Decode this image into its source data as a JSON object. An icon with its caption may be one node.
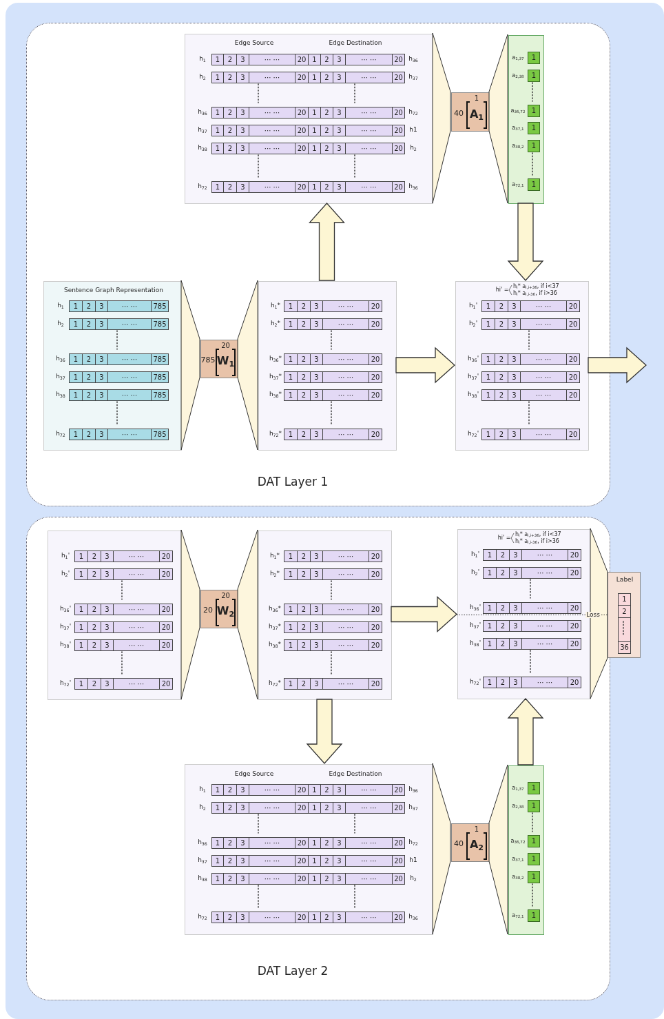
{
  "diagram": {
    "nodes": [
      {
        "text": [
          "DAT Layer 1"
        ]
      },
      {
        "text": [
          "Edge Source",
          "Edge Destination",
          "h$_{1}$",
          "1",
          "2",
          "3",
          "··· ···",
          "20",
          "1",
          "2",
          "3",
          "··· ···",
          "20",
          "h$_{36}$",
          "h$_{2}$",
          "1",
          "2",
          "3",
          "··· ···",
          "20",
          "1",
          "2",
          "3",
          "··· ···",
          "20",
          "h$_{37}$",
          "h$_{36}$",
          "1",
          "2",
          "3",
          "··· ···",
          "20",
          "1",
          "2",
          "3",
          "··· ···",
          "20",
          "h$_{72}$",
          "h$_{37}$",
          "1",
          "2",
          "3",
          "··· ···",
          "20",
          "1",
          "2",
          "3",
          "··· ···",
          "20",
          "h1",
          "h$_{38}$",
          "1",
          "2",
          "3",
          "··· ···",
          "20",
          "1",
          "2",
          "3",
          "··· ···",
          "20",
          "h$_{2}$",
          "h$_{72}$",
          "1",
          "2",
          "3",
          "··· ···",
          "20",
          "1",
          "2",
          "3",
          "··· ···",
          "20",
          "h$_{36}$"
        ],
        "in": 0
      },
      {
        "text": [
          "1",
          "40",
          "A$_{1}$"
        ],
        "in": 0
      },
      {
        "text": [
          "a$_{1,37}$",
          "1",
          "a$_{2,38}$",
          "1",
          "a$_{36,72}$",
          "1",
          "a$_{37,1}$",
          "1",
          "a$_{38,2}$",
          "1",
          "a$_{72,1}$",
          "1"
        ],
        "in": 0
      },
      {
        "text": [
          "Sentence Graph Representation",
          "h$_{1}$",
          "1",
          "2",
          "3",
          "··· ···",
          "785",
          "h$_{2}$",
          "1",
          "2",
          "3",
          "··· ···",
          "785",
          "h$_{36}$",
          "1",
          "2",
          "3",
          "··· ···",
          "785",
          "h$_{37}$",
          "1",
          "2",
          "3",
          "··· ···",
          "785",
          "h$_{38}$",
          "1",
          "2",
          "3",
          "··· ···",
          "785",
          "h$_{72}$",
          "1",
          "2",
          "3",
          "··· ···",
          "785"
        ],
        "in": 0
      },
      {
        "text": [
          "20",
          "785",
          "W$_{1}$"
        ],
        "in": 0
      },
      {
        "text": [
          "h$_{1}$*",
          "1",
          "2",
          "3",
          "··· ···",
          "20",
          "h$_{2}$*",
          "1",
          "2",
          "3",
          "··· ···",
          "20",
          "h$_{36}$*",
          "1",
          "2",
          "3",
          "··· ···",
          "20",
          "h$_{37}$*",
          "1",
          "2",
          "3",
          "··· ···",
          "20",
          "h$_{38}$*",
          "1",
          "2",
          "3",
          "··· ···",
          "20",
          "h$_{72}$*",
          "1",
          "2",
          "3",
          "··· ···",
          "20"
        ],
        "in": 0
      },
      {
        "text": [
          "hi' =",
          "h$_{i}$* a$_{i,i+36}$, if i<37",
          "h$_{i}$* a$_{i,i-36}$, if i>36",
          "h$_{1}$'",
          "1",
          "2",
          "3",
          "··· ···",
          "20",
          "h$_{2}$'",
          "1",
          "2",
          "3",
          "··· ···",
          "20",
          "h$_{36}$'",
          "1",
          "2",
          "3",
          "··· ···",
          "20",
          "h$_{37}$'",
          "1",
          "2",
          "3",
          "··· ···",
          "20",
          "h$_{38}$'",
          "1",
          "2",
          "3",
          "··· ···",
          "20",
          "h$_{72}$'",
          "1",
          "2",
          "3",
          "··· ···",
          "20"
        ],
        "in": 0
      },
      {
        "text": [
          "DAT Layer 2"
        ]
      },
      {
        "text": [
          "h$_{1}$'",
          "1",
          "2",
          "3",
          "··· ···",
          "20",
          "h$_{2}$'",
          "1",
          "2",
          "3",
          "··· ···",
          "20",
          "h$_{36}$'",
          "1",
          "2",
          "3",
          "··· ···",
          "20",
          "h$_{37}$'",
          "1",
          "2",
          "3",
          "··· ···",
          "20",
          "h$_{38}$'",
          "1",
          "2",
          "3",
          "··· ···",
          "20",
          "h$_{72}$'",
          "1",
          "2",
          "3",
          "··· ···",
          "20"
        ],
        "in": 8
      },
      {
        "text": [
          "20",
          "20",
          "W$_{2}$"
        ],
        "in": 8
      },
      {
        "text": [
          "h$_{1}$*",
          "1",
          "2",
          "3",
          "··· ···",
          "20",
          "h$_{2}$*",
          "1",
          "2",
          "3",
          "··· ···",
          "20",
          "h$_{36}$*",
          "1",
          "2",
          "3",
          "··· ···",
          "20",
          "h$_{37}$*",
          "1",
          "2",
          "3",
          "··· ···",
          "20",
          "h$_{38}$*",
          "1",
          "2",
          "3",
          "··· ···",
          "20",
          "h$_{72}$*",
          "1",
          "2",
          "3",
          "··· ···",
          "20"
        ],
        "in": 8
      },
      {
        "text": [
          "hi' =",
          "h$_{i}$* a$_{i,i+36}$, if i<37",
          "h$_{i}$* a$_{i,i-36}$, if i>36",
          "h$_{1}$'",
          "1",
          "2",
          "3",
          "··· ···",
          "20",
          "h$_{2}$'",
          "1",
          "2",
          "3",
          "··· ···",
          "20",
          "h$_{36}$'",
          "1",
          "2",
          "3",
          "··· ···",
          "20",
          "h$_{37}$'",
          "1",
          "2",
          "3",
          "··· ···",
          "20",
          "h$_{38}$'",
          "1",
          "2",
          "3",
          "··· ···",
          "20",
          "h$_{72}$'",
          "1",
          "2",
          "3",
          "··· ···",
          "20"
        ],
        "in": 8
      },
      {
        "text": [
          "Label",
          "1",
          "2",
          "36"
        ]
      },
      {
        "text": [
          "Edge Source",
          "Edge Destination",
          "h$_{1}$",
          "1",
          "2",
          "3",
          "··· ···",
          "20",
          "1",
          "2",
          "3",
          "··· ···",
          "20",
          "h$_{36}$",
          "h$_{2}$",
          "1",
          "2",
          "3",
          "··· ···",
          "20",
          "1",
          "2",
          "3",
          "··· ···",
          "20",
          "h$_{37}$",
          "h$_{36}$",
          "1",
          "2",
          "3",
          "··· ···",
          "20",
          "1",
          "2",
          "3",
          "··· ···",
          "20",
          "h$_{72}$",
          "h$_{37}$",
          "1",
          "2",
          "3",
          "··· ···",
          "20",
          "1",
          "2",
          "3",
          "··· ···",
          "20",
          "h1",
          "h$_{38}$",
          "1",
          "2",
          "3",
          "··· ···",
          "20",
          "1",
          "2",
          "3",
          "··· ···",
          "20",
          "h$_{2}$",
          "h$_{72}$",
          "1",
          "2",
          "3",
          "··· ···",
          "20",
          "1",
          "2",
          "3",
          "··· ···",
          "20",
          "h$_{36}$"
        ],
        "in": 8
      },
      {
        "text": [
          "1",
          "40",
          "A$_{2}$"
        ],
        "in": 8
      },
      {
        "text": [
          "a$_{1,37}$",
          "1",
          "a$_{2,38}$",
          "1",
          "a$_{36,72}$",
          "1",
          "a$_{37,1}$",
          "1",
          "a$_{38,2}$",
          "1",
          "a$_{72,1}$",
          "1"
        ],
        "in": 8
      }
    ],
    "edges": [
      {
        "from": 4,
        "to": 5,
        "arrow": "none"
      },
      {
        "from": 5,
        "to": 6,
        "arrow": "none"
      },
      {
        "from": 6,
        "to": 1,
        "arrow": "to"
      },
      {
        "from": 1,
        "to": 2,
        "arrow": "none"
      },
      {
        "from": 2,
        "to": 3,
        "arrow": "none"
      },
      {
        "from": 3,
        "to": 7,
        "arrow": "to"
      },
      {
        "from": 6,
        "to": 7,
        "arrow": "to"
      },
      {
        "from": 7,
        "to": null,
        "arrow": "to"
      },
      {
        "from": 9,
        "to": 10,
        "arrow": "none"
      },
      {
        "from": 10,
        "to": 11,
        "arrow": "none"
      },
      {
        "from": 11,
        "to": 12,
        "arrow": "to"
      },
      {
        "from": 12,
        "to": 13,
        "arrow": "none"
      },
      {
        "from": 12,
        "to": 13,
        "arrow": "none",
        "label": "Loss",
        "style": "dashed"
      },
      {
        "from": 11,
        "to": 14,
        "arrow": "to"
      },
      {
        "from": 14,
        "to": 15,
        "arrow": "none"
      },
      {
        "from": 15,
        "to": 16,
        "arrow": "none"
      },
      {
        "from": 16,
        "to": 12,
        "arrow": "to"
      }
    ]
  }
}
